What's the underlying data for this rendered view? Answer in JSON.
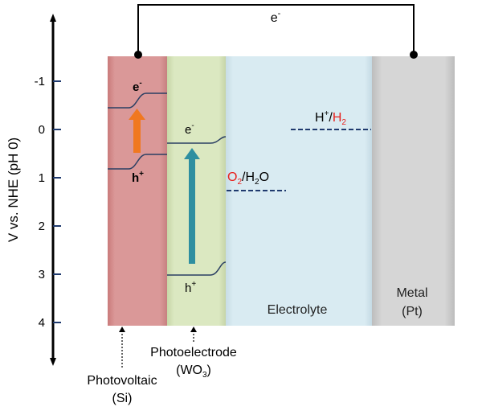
{
  "axis": {
    "label": "V vs. NHE (pH 0)",
    "ticks": [
      "-1",
      "0",
      "1",
      "2",
      "3",
      "4"
    ]
  },
  "circuit": {
    "electron_label": "e",
    "electron_sup": "-"
  },
  "layers": {
    "photovoltaic": {
      "name": "Photovoltaic",
      "material": "(Si)",
      "electron": "e",
      "electron_sup": "-",
      "hole": "h",
      "hole_sup": "+",
      "color": "#d98f8f"
    },
    "photoelectrode": {
      "name": "Photoelectrode",
      "material_base": "(WO",
      "material_sub": "3",
      "material_end": ")",
      "electron": "e",
      "electron_sup": "-",
      "hole": "h",
      "hole_sup": "+",
      "color": "#d9e6bd"
    },
    "electrolyte": {
      "name": "Electrolyte",
      "color": "#d9ebf2"
    },
    "metal": {
      "name": "Metal",
      "material": "(Pt)",
      "color": "#d3d3d3"
    }
  },
  "redox": {
    "hydrogen": {
      "prefix": "H",
      "prefix_sup": "+",
      "slash": "/",
      "product": "H",
      "product_sub": "2"
    },
    "oxygen": {
      "species": "O",
      "species_sub": "2",
      "slash": "/H",
      "water_sub": "2",
      "water_end": "O"
    }
  },
  "colors": {
    "red_text": "#e8201c",
    "orange_arrow": "#f07820",
    "teal_arrow": "#2e8fa0",
    "dashed_line": "#1f3a6e",
    "band_line": "#2b3f63"
  }
}
